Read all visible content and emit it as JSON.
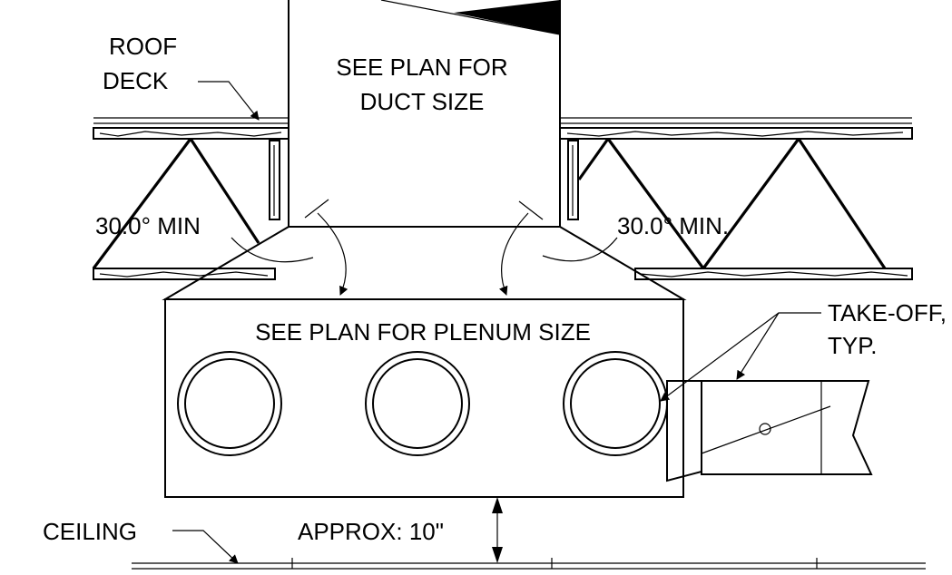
{
  "labels": {
    "roof_deck_1": "ROOF",
    "roof_deck_2": "DECK",
    "duct_1": "SEE PLAN FOR",
    "duct_2": "DUCT SIZE",
    "angle_left": "30.0° MIN",
    "angle_right": "30.0° MIN.",
    "plenum": "SEE PLAN FOR PLENUM SIZE",
    "takeoff_1": "TAKE-OFF,",
    "takeoff_2": "TYP.",
    "ceiling": "CEILING",
    "approx": "APPROX: 10\""
  },
  "counts": {
    "outlets": 3
  }
}
